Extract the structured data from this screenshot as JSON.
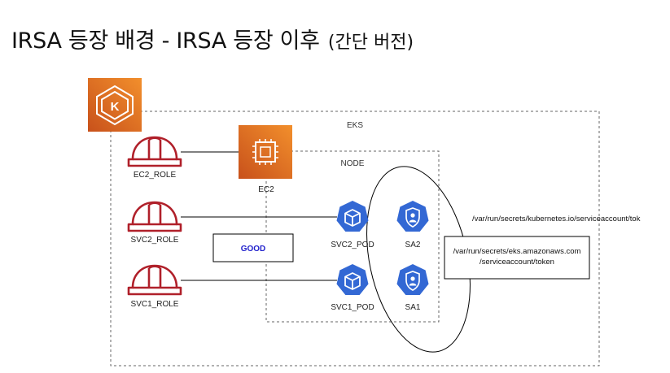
{
  "title": {
    "main": "IRSA 등장 배경 - IRSA 등장 이후",
    "sub": "(간단 버전)"
  },
  "diagram": {
    "eks_label": "EKS",
    "node_label": "NODE",
    "ec2_label": "EC2",
    "roles": [
      {
        "label": "EC2_ROLE"
      },
      {
        "label": "SVC2_ROLE"
      },
      {
        "label": "SVC1_ROLE"
      }
    ],
    "pods": [
      {
        "label": "SVC2_POD"
      },
      {
        "label": "SVC1_POD"
      }
    ],
    "service_accounts": [
      {
        "label": "SA2"
      },
      {
        "label": "SA1"
      }
    ],
    "good_label": "GOOD",
    "k8s_token_path": "/var/run/secrets/kubernetes.io/serviceaccount/tok",
    "eks_token_path": [
      "/var/run/secrets/eks.amazonaws.com",
      "/serviceaccount/token"
    ],
    "colors": {
      "aws_orange": "#E57723",
      "role_red": "#B0202A",
      "k8s_blue": "#3368D4",
      "good_text": "#2222CC"
    }
  }
}
